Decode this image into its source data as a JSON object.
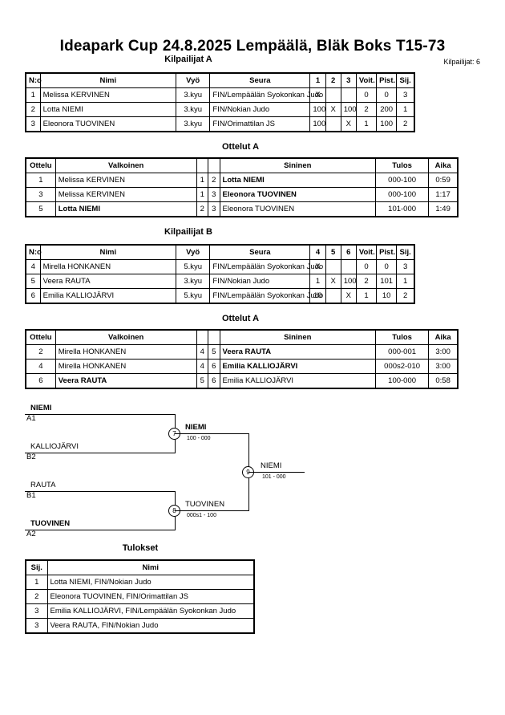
{
  "header": {
    "title": "Ideapark Cup  24.8.2025  Lempäälä, Bläk Boks   T15-73",
    "competitors_count": "Kilpailijat: 6"
  },
  "pool_a": {
    "heading": "Kilpailijat A",
    "columns": [
      "N:o",
      "Nimi",
      "Vyö",
      "Seura",
      "1",
      "2",
      "3",
      "Voit.",
      "Pist.",
      "Sij."
    ],
    "rows": [
      [
        "1",
        "Melissa KERVINEN",
        "3.kyu",
        "FIN/Lempäälän Syokonkan Judo",
        "X",
        "",
        "",
        "0",
        "0",
        "3"
      ],
      [
        "2",
        "Lotta NIEMI",
        "3.kyu",
        "FIN/Nokian Judo",
        "100",
        "X",
        "100",
        "2",
        "200",
        "1"
      ],
      [
        "3",
        "Eleonora TUOVINEN",
        "3.kyu",
        "FIN/Orimattilan JS",
        "100",
        "",
        "X",
        "1",
        "100",
        "2"
      ]
    ]
  },
  "matches_a": {
    "heading": "Ottelut A",
    "columns": [
      "Ottelu",
      "Valkoinen",
      "",
      "",
      "Sininen",
      "Tulos",
      "Aika"
    ],
    "rows": [
      [
        "1",
        "Melissa KERVINEN",
        "1",
        "2",
        "Lotta NIEMI",
        "000-100",
        "0:59"
      ],
      [
        "3",
        "Melissa KERVINEN",
        "1",
        "3",
        "Eleonora TUOVINEN",
        "000-100",
        "1:17"
      ],
      [
        "5",
        "Lotta NIEMI",
        "2",
        "3",
        "Eleonora TUOVINEN",
        "101-000",
        "1:49"
      ]
    ]
  },
  "pool_b": {
    "heading": "Kilpailijat B",
    "columns": [
      "N:o",
      "Nimi",
      "Vyö",
      "Seura",
      "4",
      "5",
      "6",
      "Voit.",
      "Pist.",
      "Sij."
    ],
    "rows": [
      [
        "4",
        "Mirella HONKANEN",
        "5.kyu",
        "FIN/Lempäälän Syokonkan Judo",
        "X",
        "",
        "",
        "0",
        "0",
        "3"
      ],
      [
        "5",
        "Veera RAUTA",
        "3.kyu",
        "FIN/Nokian Judo",
        "1",
        "X",
        "100",
        "2",
        "101",
        "1"
      ],
      [
        "6",
        "Emilia KALLIOJÄRVI",
        "5.kyu",
        "FIN/Lempäälän Syokonkan Judo",
        "10",
        "",
        "X",
        "1",
        "10",
        "2"
      ]
    ]
  },
  "matches_b": {
    "heading": "Ottelut A",
    "columns": [
      "Ottelu",
      "Valkoinen",
      "",
      "",
      "Sininen",
      "Tulos",
      "Aika"
    ],
    "rows": [
      [
        "2",
        "Mirella HONKANEN",
        "4",
        "5",
        "Veera RAUTA",
        "000-001",
        "3:00"
      ],
      [
        "4",
        "Mirella HONKANEN",
        "4",
        "6",
        "Emilia KALLIOJÄRVI",
        "000s2-010",
        "3:00"
      ],
      [
        "6",
        "Veera RAUTA",
        "5",
        "6",
        "Emilia KALLIOJÄRVI",
        "100-000",
        "0:58"
      ]
    ]
  },
  "bracket": {
    "p1": "NIEMI",
    "p1_seed": "A1",
    "p2": "KALLIOJÄRVI",
    "p2_seed": "B2",
    "p3": "RAUTA",
    "p3_seed": "B1",
    "p4": "TUOVINEN",
    "p4_seed": "A2",
    "m7_no": "7",
    "m7_winner": "NIEMI",
    "m7_score": "100 - 000",
    "m8_no": "8",
    "m8_winner": "TUOVINEN",
    "m8_score": "000s1 - 100",
    "m9_no": "9",
    "m9_winner": "NIEMI",
    "m9_score": "101 - 000"
  },
  "results": {
    "heading": "Tulokset",
    "columns": [
      "Sij.",
      "Nimi"
    ],
    "rows": [
      [
        "1",
        "Lotta NIEMI, FIN/Nokian Judo"
      ],
      [
        "2",
        "Eleonora TUOVINEN, FIN/Orimattilan JS"
      ],
      [
        "3",
        "Emilia KALLIOJÄRVI, FIN/Lempäälän Syokonkan Judo"
      ],
      [
        "3",
        "Veera RAUTA, FIN/Nokian Judo"
      ]
    ]
  }
}
